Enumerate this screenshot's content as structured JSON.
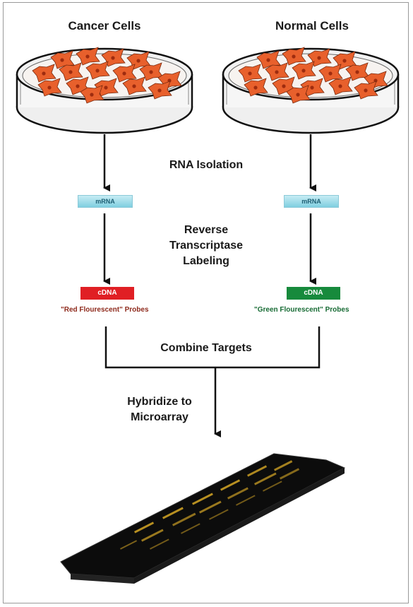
{
  "diagram": {
    "left_title": "Cancer Cells",
    "right_title": "Normal Cells",
    "step_rna": "RNA Isolation",
    "left_mrna": "mRNA",
    "right_mrna": "mRNA",
    "step_rt_line1": "Reverse",
    "step_rt_line2": "Transcriptase",
    "step_rt_line3": "Labeling",
    "left_cdna": "cDNA",
    "right_cdna": "cDNA",
    "left_probe": "\"Red Flourescent\" Probes",
    "right_probe": "\"Green Flourescent\" Probes",
    "step_combine": "Combine Targets",
    "step_hybridize_line1": "Hybridize to",
    "step_hybridize_line2": "Microarray"
  },
  "colors": {
    "cell_fill": "#e8602c",
    "cell_nucleus": "#b23a16",
    "red_label": "#e01f24",
    "green_label": "#178a3c",
    "mrna_label": "#8ad6e6",
    "slide": "#0c0c0c",
    "spots": "#d7a826"
  }
}
